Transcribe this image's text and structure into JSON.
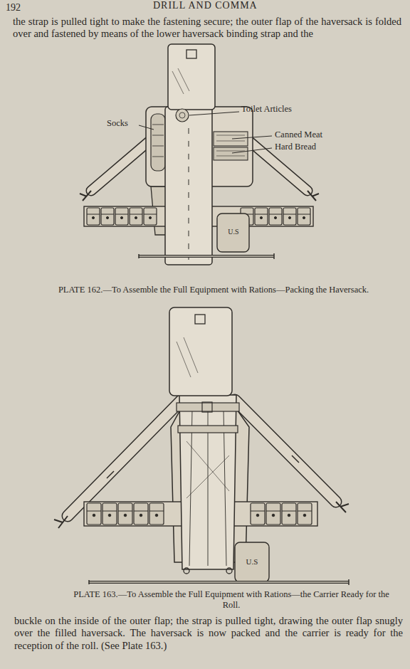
{
  "diagram": {
    "labels": [
      "192",
      "DRILL AND COMMA",
      "the strap is pulled tight to make the fastening secure; the outer flap of the haversack is folded over and fastened by means of the lower haversack binding strap and the",
      "Socks",
      "Toilet Articles",
      "Canned Meat",
      "Hard Bread",
      "U.S",
      "PLATE 162.—To Assemble the Full Equipment with Rations—Packing the Haversack.",
      "U.S",
      "PLATE 163.—To Assemble the Full Equipment with Rations—the Carrier Ready for the Roll.",
      "buckle on the inside of the outer flap; the strap is pulled tight, drawing the outer flap snugly over the filled haversack. The haversack is now packed and the carrier is ready for the reception of the roll. (See Plate 163.)"
    ]
  }
}
